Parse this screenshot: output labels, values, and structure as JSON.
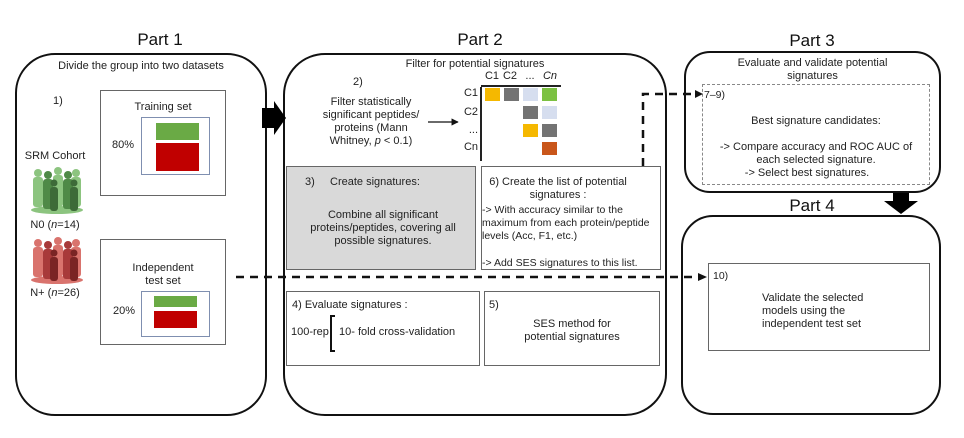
{
  "part1": {
    "title": "Part 1",
    "panel_title": "Divide the group into two datasets",
    "step": "1)",
    "cohort_label": "SRM Cohort",
    "group_n0": "N0 (n=14)",
    "group_n0_prefix": "N0 (",
    "group_n0_n": "n",
    "group_n0_suffix": "=14)",
    "group_np_prefix": "N+ (",
    "group_np_n": "n",
    "group_np_suffix": "=26)",
    "training": {
      "title": "Training set",
      "percent": "80%"
    },
    "test": {
      "title_line1": "Independent",
      "title_line2": "test set",
      "percent": "20%"
    },
    "colors": {
      "green": "#6aaa45",
      "red": "#c00000",
      "n0_people": "#5f9e55",
      "np_people": "#a83a3a",
      "set_border": "#7f8fb0"
    }
  },
  "part2": {
    "title": "Part 2",
    "panel_title": "Filter for potential signatures",
    "step2": {
      "num": "2)",
      "lines": [
        "Filter statistically",
        "significant peptides/",
        "proteins (Mann",
        "Whitney, p < 0.1)"
      ],
      "line4_prefix": "Whitney, ",
      "line4_p": "p",
      "line4_suffix": " < 0.1)"
    },
    "matrix": {
      "col_headers": [
        "C1",
        "C2",
        "...",
        "Cn"
      ],
      "row_headers": [
        "C1",
        "C2",
        "...",
        "Cn"
      ],
      "cells": [
        [
          "#f5b800",
          "#737373",
          "#d6deef",
          "#7cc142"
        ],
        [
          null,
          null,
          "#737373",
          "#d6deef"
        ],
        [
          null,
          null,
          "#f5b800",
          "#737373"
        ],
        [
          null,
          null,
          null,
          "#c9561a"
        ]
      ]
    },
    "step3": {
      "num": "3)",
      "title": "Create signatures:",
      "body": "Combine all significant proteins/peptides, covering all possible signatures."
    },
    "step6": {
      "title_line1": "6) Create the list of potential",
      "title_line2": "signatures :",
      "bullet1": "-> With accuracy similar to the maximum from each protein/peptide levels (Acc, F1, etc.)",
      "bullet2": "-> Add SES signatures to this list."
    },
    "step4": {
      "title": "4) Evaluate signatures :",
      "rep": "100-rep",
      "cv": "10- fold cross-validation"
    },
    "step5": {
      "num": "5)",
      "line1": "SES  method for",
      "line2": "potential signatures"
    }
  },
  "part3": {
    "title": "Part 3",
    "panel_title_line1": "Evaluate and validate potential",
    "panel_title_line2": "signatures",
    "step": "7–9)",
    "heading": "Best signature candidates:",
    "bullet1_line1": "-> Compare accuracy and ROC AUC of",
    "bullet1_line2": "each selected signature.",
    "bullet2": "-> Select best signatures."
  },
  "part4": {
    "title": "Part 4",
    "step": "10)",
    "line1": "Validate the selected",
    "line2": "models using the",
    "line3": "independent test set"
  }
}
